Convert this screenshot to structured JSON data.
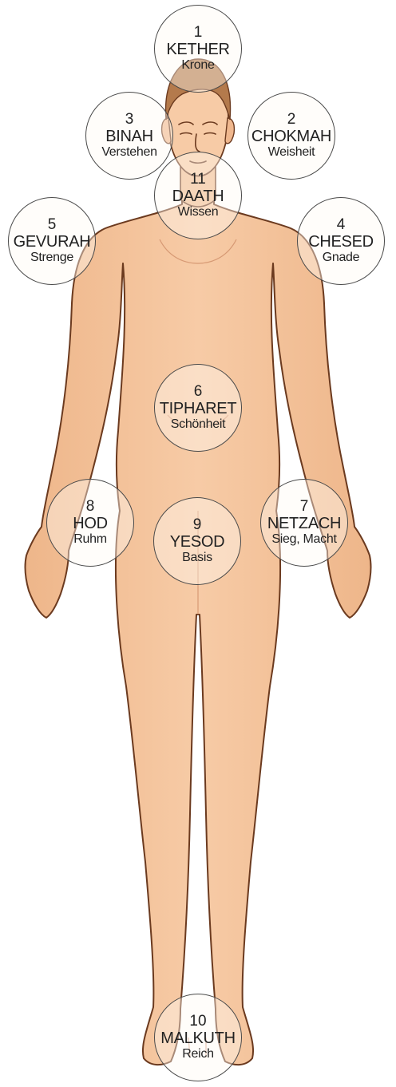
{
  "colors": {
    "skin": "#f6c7a0",
    "skin_shadow": "#e8a97d",
    "outline": "#6b3a1f",
    "hair": "#b47a4c",
    "circle_border": "#4a4a4a",
    "text": "#222222"
  },
  "sephirot": [
    {
      "number": "1",
      "name": "KETHER",
      "meaning": "Krone"
    },
    {
      "number": "2",
      "name": "CHOKMAH",
      "meaning": "Weisheit"
    },
    {
      "number": "3",
      "name": "BINAH",
      "meaning": "Verstehen"
    },
    {
      "number": "4",
      "name": "CHESED",
      "meaning": "Gnade"
    },
    {
      "number": "5",
      "name": "GEVURAH",
      "meaning": "Strenge"
    },
    {
      "number": "6",
      "name": "TIPHARET",
      "meaning": "Schönheit"
    },
    {
      "number": "7",
      "name": "NETZACH",
      "meaning": "Sieg, Macht"
    },
    {
      "number": "8",
      "name": "HOD",
      "meaning": "Ruhm"
    },
    {
      "number": "9",
      "name": "YESOD",
      "meaning": "Basis"
    },
    {
      "number": "10",
      "name": "MALKUTH",
      "meaning": "Reich"
    },
    {
      "number": "11",
      "name": "DAATH",
      "meaning": "Wissen"
    }
  ]
}
